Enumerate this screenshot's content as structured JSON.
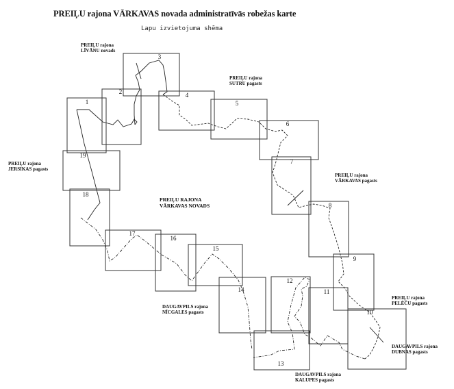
{
  "title": "PREIĻU rajona VĀRKAVAS novada administratīvās robežas karte",
  "subtitle": "Lapu izvietojuma shēma",
  "center_label": {
    "line1": "PREIĻU RAJONA",
    "line2": "VĀRKAVAS NOVADS"
  },
  "neighbors": [
    {
      "id": "livanu",
      "line1": "PREIĻU rajona",
      "line2": "LĪVĀNU novads"
    },
    {
      "id": "sutru",
      "line1": "PREIĻU rajona",
      "line2": "SUTRU pagasts"
    },
    {
      "id": "jersikas",
      "line1": "PREIĻU rajona",
      "line2": "JERSIKAS pagasts"
    },
    {
      "id": "varkavas",
      "line1": "PREIĻU rajona",
      "line2": "VĀRKAVAS pagasts"
    },
    {
      "id": "pelecu",
      "line1": "PREIĻU rajona",
      "line2": "PELĒČU pagasts"
    },
    {
      "id": "dubnas",
      "line1": "DAUGAVPILS rajona",
      "line2": "DUBNAS pagasts"
    },
    {
      "id": "kalupes",
      "line1": "DAUGAVPILS rajona",
      "line2": "KALUPES pagasts"
    },
    {
      "id": "nicgales",
      "line1": "DAUGAVPILS rajona",
      "line2": "NĪCGALES pagasts"
    }
  ],
  "sheets": [
    "1",
    "2",
    "3",
    "4",
    "5",
    "6",
    "7",
    "8",
    "9",
    "10",
    "11",
    "12",
    "13",
    "14",
    "15",
    "16",
    "17",
    "18",
    "19"
  ]
}
